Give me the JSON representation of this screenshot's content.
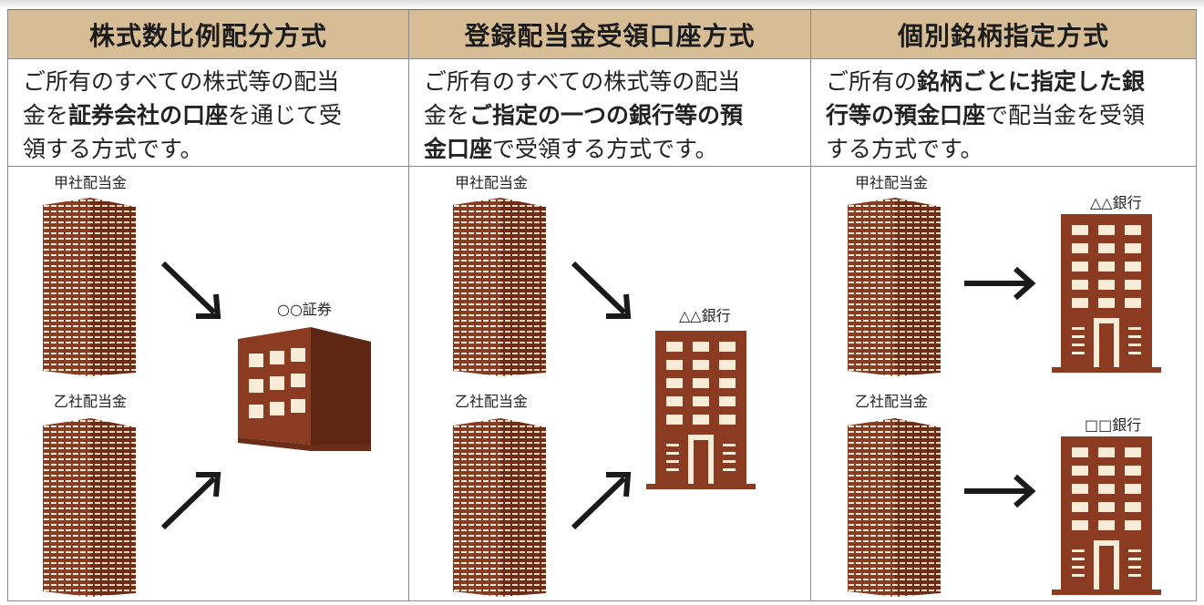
{
  "columns": [
    {
      "header": "株式数比例配分方式",
      "desc": [
        "ご所有のすべての株式等の配当",
        "金を",
        "証券会社の口座",
        "を通じて受",
        "領する方式です。"
      ],
      "source_labels": [
        "甲社配当金",
        "乙社配当金"
      ],
      "dest_labels": [
        "○○証券"
      ]
    },
    {
      "header": "登録配当金受領口座方式",
      "desc": [
        "ご所有のすべての株式等の配当",
        "金を",
        "ご指定の一つの銀行等の預",
        "金口座",
        "で受領する方式です。"
      ],
      "source_labels": [
        "甲社配当金",
        "乙社配当金"
      ],
      "dest_labels": [
        "△△銀行"
      ]
    },
    {
      "header": "個別銘柄指定方式",
      "desc": [
        "ご所有の",
        "銘柄ごとに指定した銀",
        "行等の預金口座",
        "で配当金を受領",
        "する方式です。"
      ],
      "source_labels": [
        "甲社配当金",
        "乙社配当金"
      ],
      "dest_labels": [
        "△△銀行",
        "□□銀行"
      ]
    }
  ],
  "colors": {
    "header_bg": "#d6bd96",
    "building": "#8a3b22",
    "window": "#f6ecd8",
    "arrow": "#1a1a1a"
  },
  "icons": [
    "office-tower-icon",
    "securities-building-icon",
    "bank-building-icon",
    "arrow-icon"
  ]
}
